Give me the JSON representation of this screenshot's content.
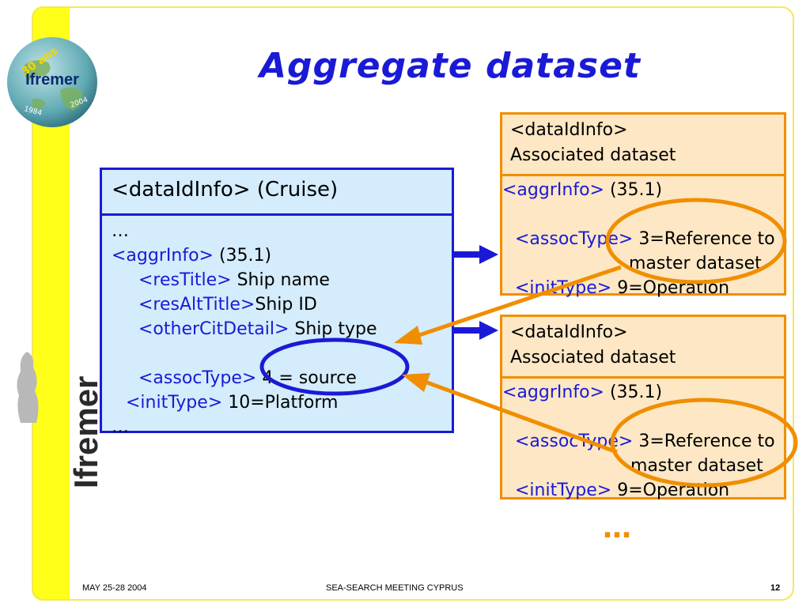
{
  "title": "Aggregate dataset",
  "brand": {
    "vertical": "Ifremer",
    "logo_text": "Ifremer",
    "logo_ring": "30 ans",
    "logo_year_left": "1984",
    "logo_year_right": "2004"
  },
  "cruise_box": {
    "header": "<dataIdInfo> (Cruise)",
    "lines": [
      {
        "tag": "",
        "text": "…"
      },
      {
        "tag": "<aggrInfo>",
        "text": " (35.1)"
      },
      {
        "tag": "<resTitle>",
        "text": " Ship name"
      },
      {
        "tag": "<resAltTitle>",
        "text": "Ship ID"
      },
      {
        "tag": "<otherCitDetail>",
        "text": " Ship type"
      },
      {
        "tag": "<assocType>",
        "text": " 4 = source"
      },
      {
        "tag": "<initType>",
        "text": " 10=Platform"
      },
      {
        "tag": "",
        "text": "…"
      }
    ]
  },
  "associated_boxes": [
    {
      "header_line1": "<dataIdInfo>",
      "header_line2": "Associated dataset",
      "aggr_tag": "<aggrInfo>",
      "aggr_text": " (35.1)",
      "assoc_tag": "<assocType>",
      "assoc_text": " 3=Reference to",
      "assoc_text2": "master dataset",
      "init_tag": "<initType>",
      "init_text": " 9=Operation"
    },
    {
      "header_line1": "<dataIdInfo>",
      "header_line2": "Associated dataset",
      "aggr_tag": "<aggrInfo>",
      "aggr_text": " (35.1)",
      "assoc_tag": "<assocType>",
      "assoc_text": " 3=Reference to",
      "assoc_text2": "master dataset",
      "init_tag": "<initType>",
      "init_text": " 9=Operation"
    }
  ],
  "more": "…",
  "footer": {
    "date": "MAY 25-28 2004",
    "event": "SEA-SEARCH MEETING CYPRUS",
    "page": "12"
  },
  "colors": {
    "blue": "#1a1ad6",
    "orange": "#f08e00",
    "yellow": "#ffff1a"
  }
}
